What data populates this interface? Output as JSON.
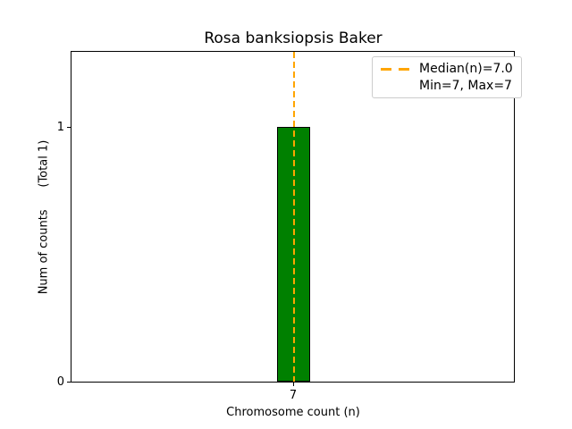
{
  "title": "Rosa banksiopsis Baker",
  "axes": {
    "xlabel": "Chromosome count (n)",
    "ylabel": "Num of counts      (Total 1)",
    "yticks": [
      "0",
      "1"
    ],
    "xticks": [
      "7"
    ]
  },
  "legend": {
    "items": [
      {
        "label": "Median(n)=7.0",
        "marker": "orange-dashed-line"
      },
      {
        "label": "Min=7, Max=7",
        "marker": "none"
      }
    ]
  },
  "colors": {
    "bar": "#008000",
    "bar_edge": "#000000",
    "median_line": "#FFA500",
    "legend_border": "#cccccc",
    "background": "#ffffff",
    "text": "#000000"
  },
  "chart_data": {
    "type": "bar",
    "title": "Rosa banksiopsis Baker",
    "xlabel": "Chromosome count (n)",
    "ylabel": "Num of counts (Total 1)",
    "categories": [
      7
    ],
    "values": [
      1
    ],
    "bar_color": "#008000",
    "median_n": 7.0,
    "min_n": 7,
    "max_n": 7,
    "total_counts": 1,
    "ylim": [
      0,
      1.3
    ],
    "yticks": [
      0,
      1
    ],
    "grid": false,
    "legend_position": "upper right",
    "legend_entries": [
      "Median(n)=7.0",
      "Min=7, Max=7"
    ],
    "annotations": [
      {
        "type": "vline",
        "x": 7,
        "style": "dashed",
        "color": "#FFA500"
      }
    ]
  }
}
